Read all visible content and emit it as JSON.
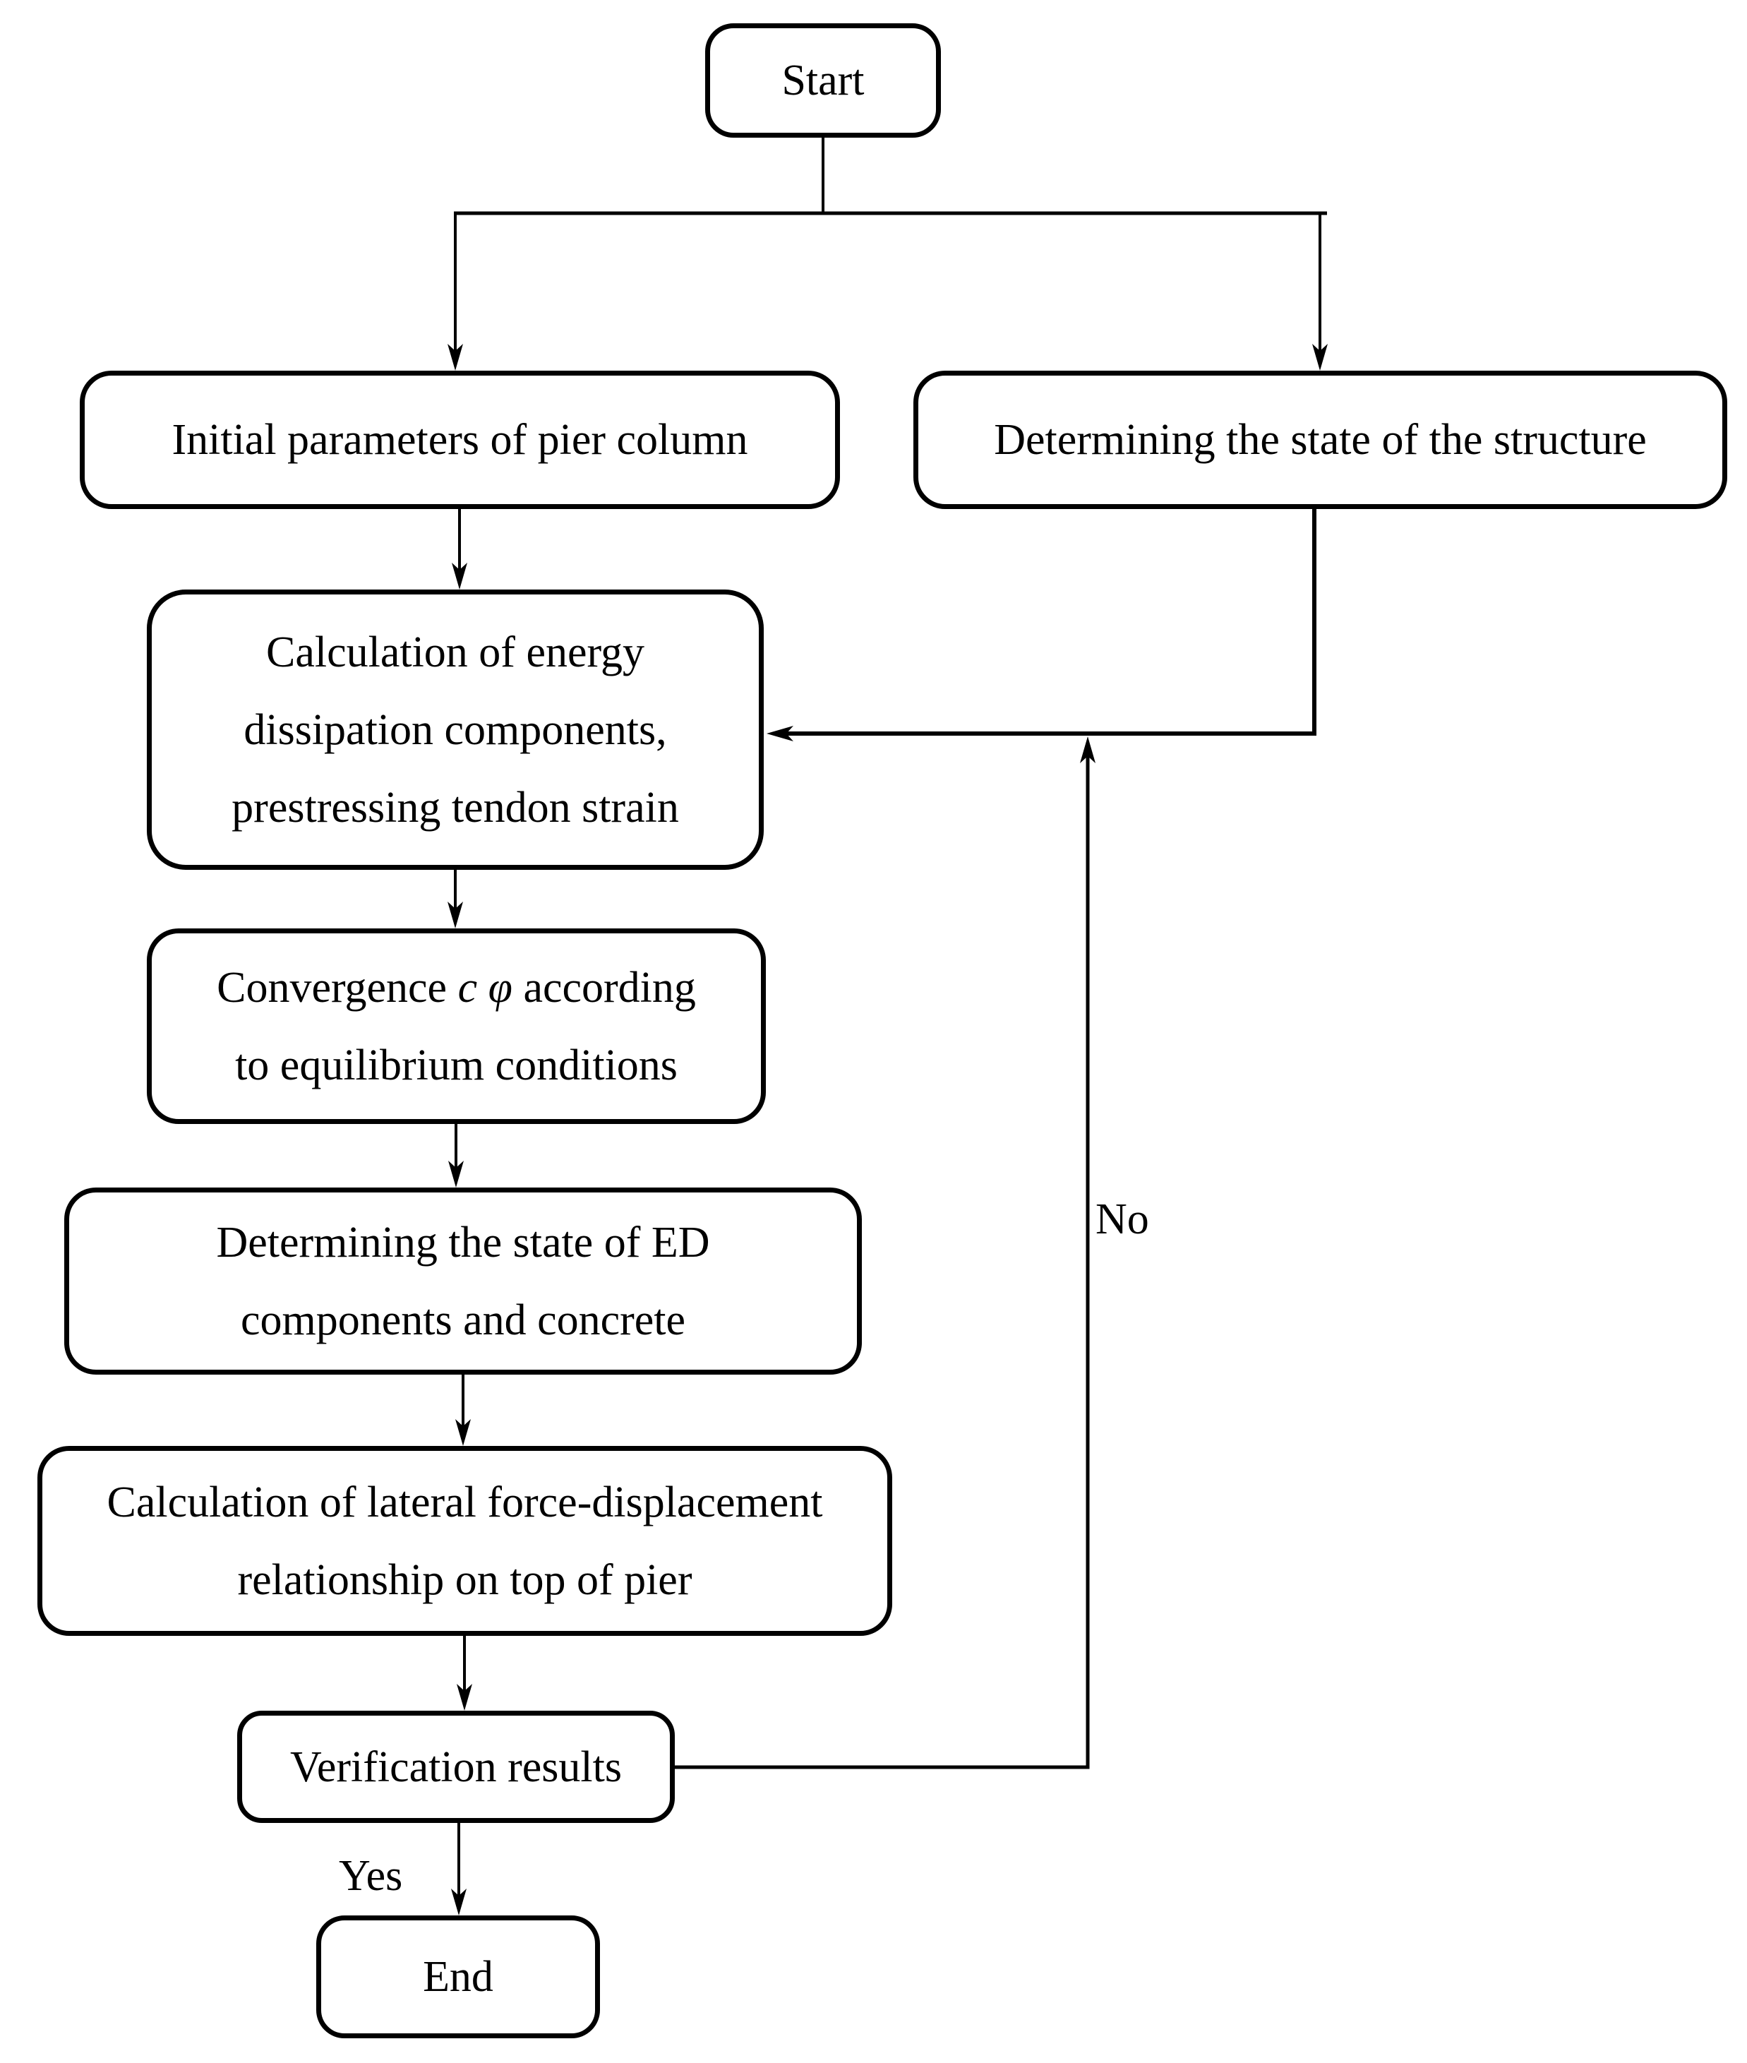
{
  "diagram": {
    "kind": "flowchart",
    "colors": {
      "line": "#000000",
      "background": "#ffffff",
      "box_fill": "#ffffff",
      "text": "#000000"
    },
    "nodes": {
      "start": {
        "label": "Start"
      },
      "initial_params": {
        "label": "Initial parameters of pier column"
      },
      "determine_structure": {
        "label": "Determining the state of the structure"
      },
      "calc_energy": {
        "lines": [
          "Calculation of energy",
          "dissipation components,",
          "prestressing tendon strain"
        ]
      },
      "convergence": {
        "line1_prefix": "Convergence",
        "symbol_c": "c",
        "symbol_phi": "φ",
        "line1_suffix": "according",
        "line2": "to equilibrium conditions"
      },
      "ed_state": {
        "lines": [
          "Determining the state of ED",
          "components and concrete"
        ]
      },
      "lateral_calc": {
        "lines": [
          "Calculation of lateral force-displacement",
          "relationship on top of pier"
        ]
      },
      "verification": {
        "label": "Verification results"
      },
      "end": {
        "label": "End"
      }
    },
    "edge_labels": {
      "yes": "Yes",
      "no": "No"
    }
  }
}
